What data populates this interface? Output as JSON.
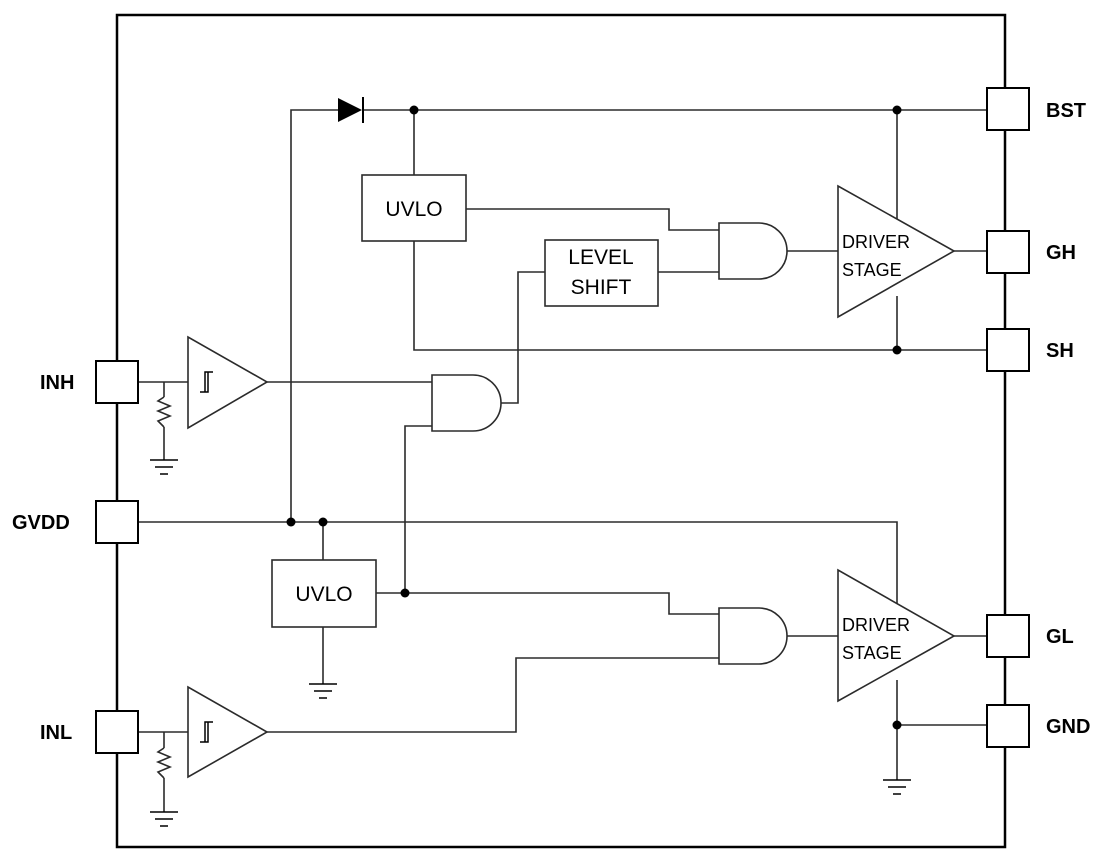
{
  "pins": {
    "left": {
      "inh": "INH",
      "gvdd": "GVDD",
      "inl": "INL"
    },
    "right": {
      "bst": "BST",
      "gh": "GH",
      "sh": "SH",
      "gl": "GL",
      "gnd": "GND"
    }
  },
  "blocks": {
    "uvlo_high": "UVLO",
    "uvlo_low": "UVLO",
    "level_shift": [
      "LEVEL",
      "SHIFT"
    ],
    "driver_high": [
      "DRIVER",
      "STAGE"
    ],
    "driver_low": [
      "DRIVER",
      "STAGE"
    ]
  }
}
